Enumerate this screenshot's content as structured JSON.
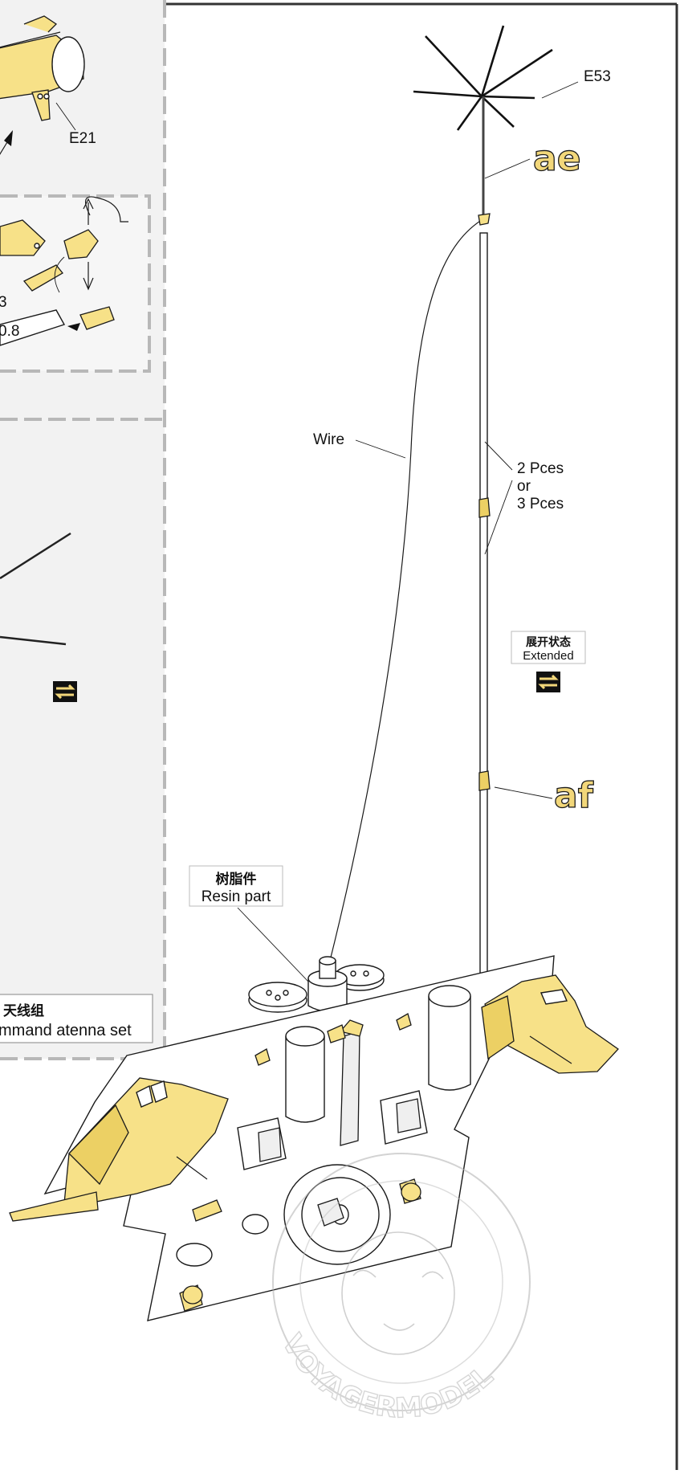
{
  "labels": {
    "e53": "E53",
    "ae": "ae",
    "wire": "Wire",
    "pieces_line1": "2 Pces",
    "pieces_line2": "or",
    "pieces_line3": "3 Pces",
    "extended_cn": "展开状态",
    "extended_en": "Extended",
    "af": "af",
    "resin_cn": "树脂件",
    "resin_en": "Resin part"
  },
  "left_panel": {
    "e21": "E21",
    "frag_3": "3",
    "frag_08": "0.8",
    "caption_cn": "天线组",
    "caption_en": "mmand atenna set"
  },
  "watermark": "VOYAGERMODEL",
  "colors": {
    "part_yellow": "#f7e188",
    "panel_gray": "#f2f2f2",
    "dash_gray": "#b8b8b8",
    "ink": "#1a1a1a"
  },
  "icons": [
    "swap-arrows-icon",
    "swap-arrows-icon"
  ]
}
